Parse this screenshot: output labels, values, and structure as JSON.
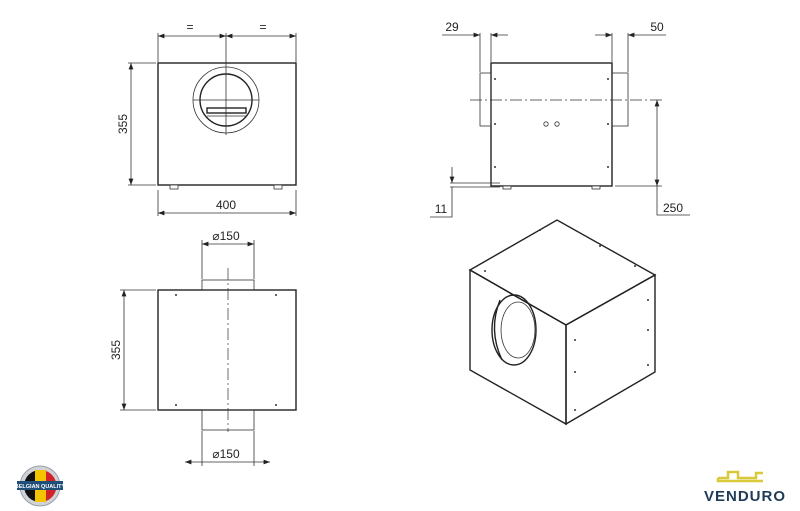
{
  "front_view": {
    "equal_left": "=",
    "equal_right": "=",
    "height": "355",
    "width": "400"
  },
  "side_view": {
    "left_spigot": "29",
    "right_spigot": "50",
    "foot_height": "11",
    "axis_height": "250"
  },
  "top_view": {
    "diameter_top": "⌀150",
    "diameter_bottom": "⌀150",
    "depth": "355"
  },
  "logos": {
    "quality_badge": "BELGIAN QUALITY",
    "brand": "VENDURO"
  },
  "colors": {
    "brand_blue": "#1f3b57",
    "brand_yellow": "#d9c93a",
    "belgian_black": "#111111",
    "belgian_yellow": "#f2c500",
    "belgian_red": "#d2232a"
  }
}
